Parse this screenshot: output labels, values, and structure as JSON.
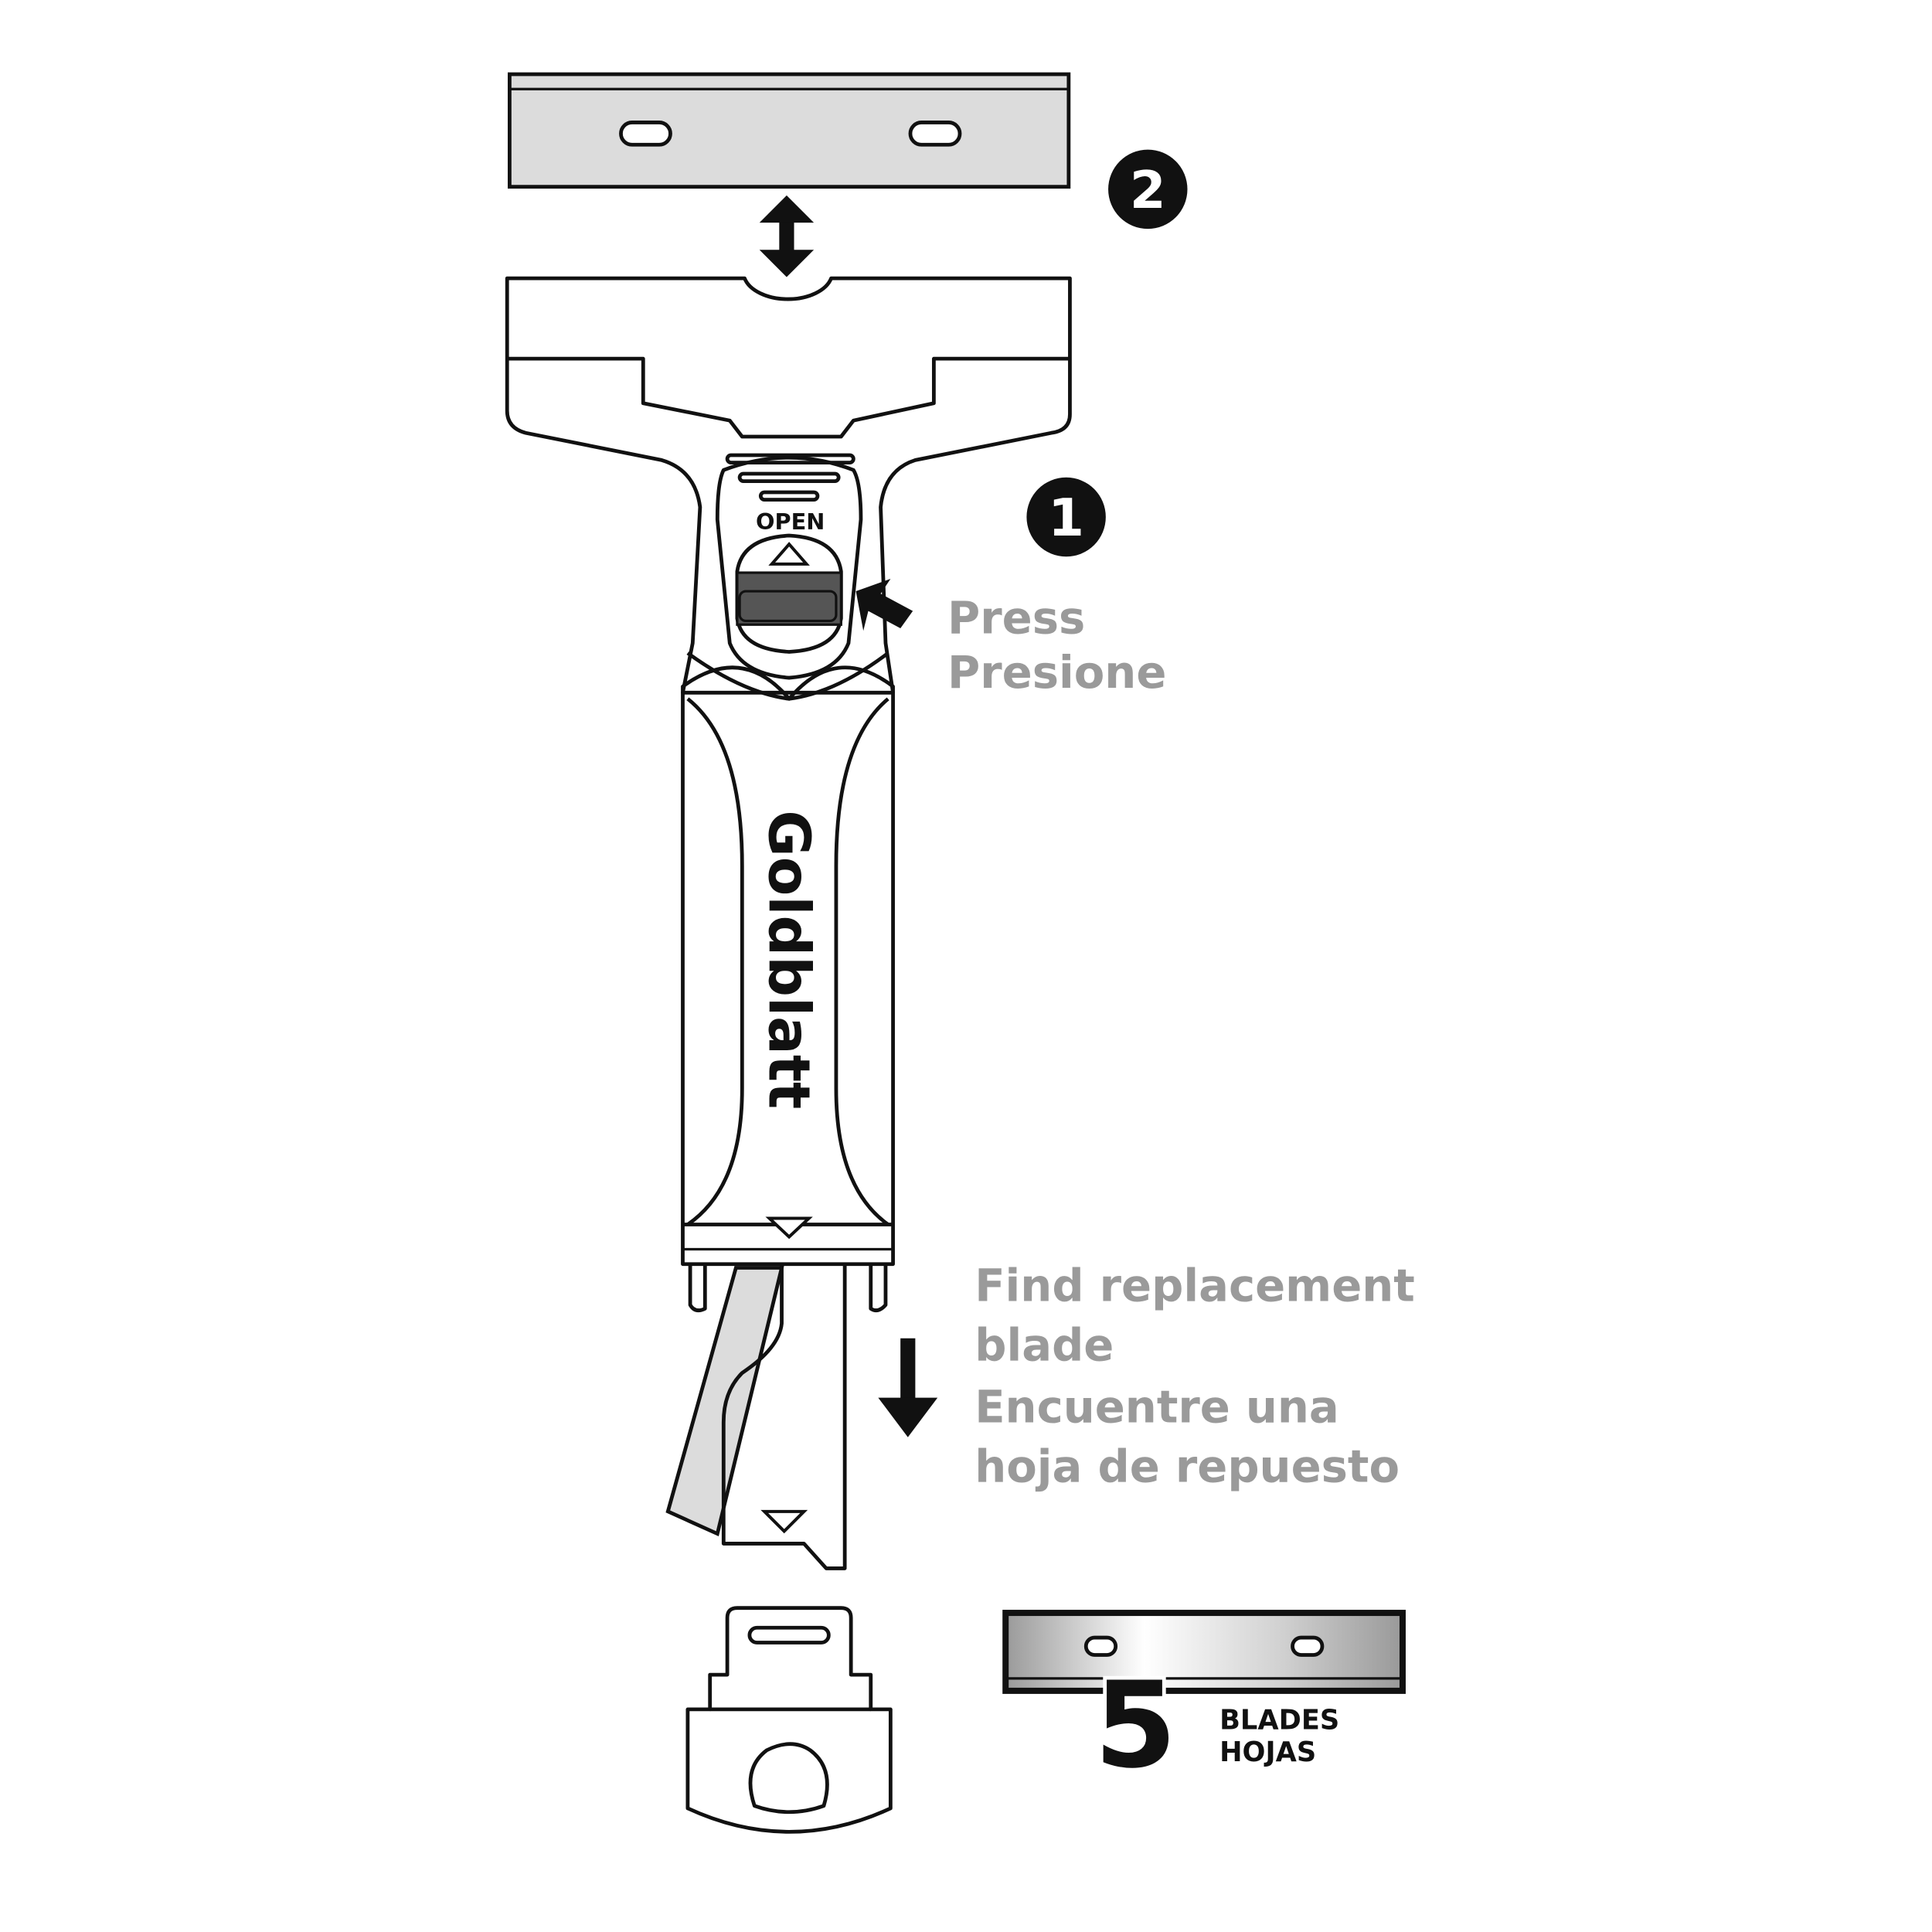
{
  "steps": {
    "step1_number": "1",
    "step2_number": "2",
    "press_en": "Press",
    "press_es": "Presione",
    "find_en_line1": "Find replacement",
    "find_en_line2": "blade",
    "find_es_line1": "Encuentre una",
    "find_es_line2": "hoja de repuesto"
  },
  "tool": {
    "brand": "Goldblatt",
    "open_label": "OPEN"
  },
  "blades_pack": {
    "count": "5",
    "label_en": "BLADES",
    "label_es": "HOJAS"
  },
  "colors": {
    "text_gray": "#9a9a9a",
    "blade_gray": "#dcdcdc",
    "button_gray": "#555555"
  }
}
